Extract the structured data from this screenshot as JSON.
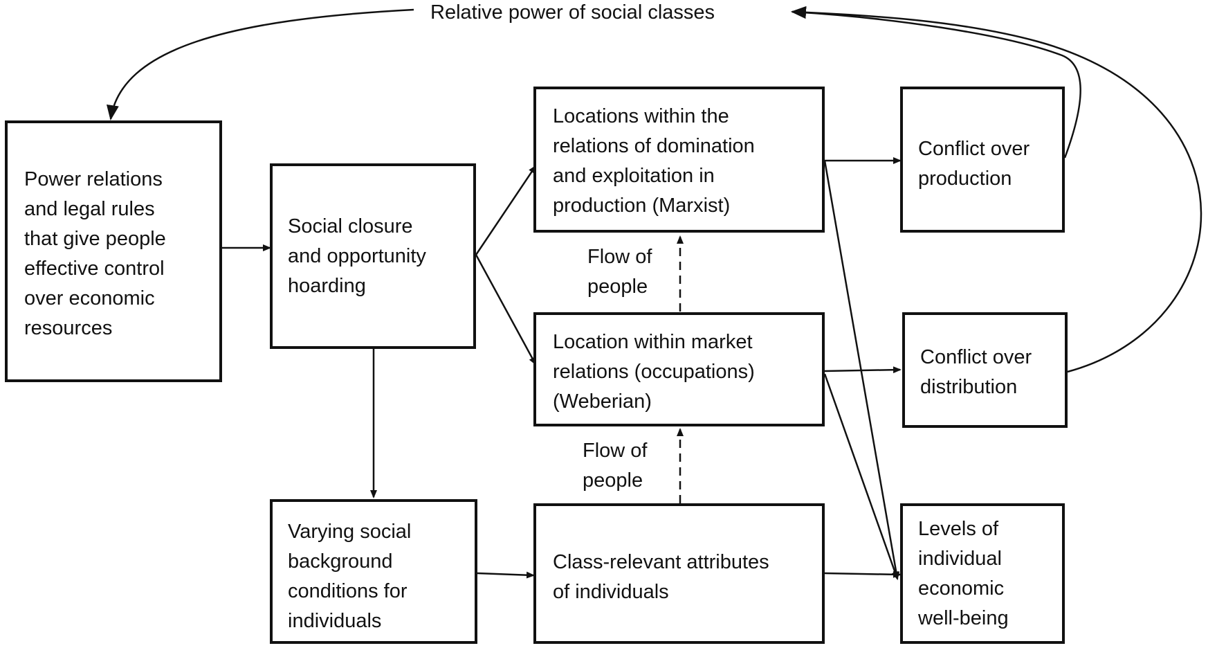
{
  "diagram": {
    "top_label": "Relative power of social classes",
    "nodes": {
      "power_relations": [
        "Power relations",
        "and legal rules",
        "that give people",
        "effective control",
        "over economic",
        "resources"
      ],
      "social_closure": [
        "Social closure",
        "and opportunity",
        "hoarding"
      ],
      "locations_domination": [
        "Locations within the",
        "relations of domination",
        "and exploitation in",
        "production (Marxist)"
      ],
      "location_market": [
        "Location within market",
        "relations (occupations)",
        "(Weberian)"
      ],
      "varying_background": [
        "Varying social",
        "background",
        "conditions for",
        "individuals"
      ],
      "class_attributes": [
        "Class-relevant attributes",
        "of individuals"
      ],
      "conflict_production": [
        "Conflict over",
        "production"
      ],
      "conflict_distribution": [
        "Conflict over",
        "distribution"
      ],
      "levels_wellbeing": [
        "Levels of",
        "individual",
        "economic",
        "well-being"
      ]
    },
    "flow_label_upper": [
      "Flow of",
      "people"
    ],
    "flow_label_lower": [
      "Flow of",
      "people"
    ]
  }
}
